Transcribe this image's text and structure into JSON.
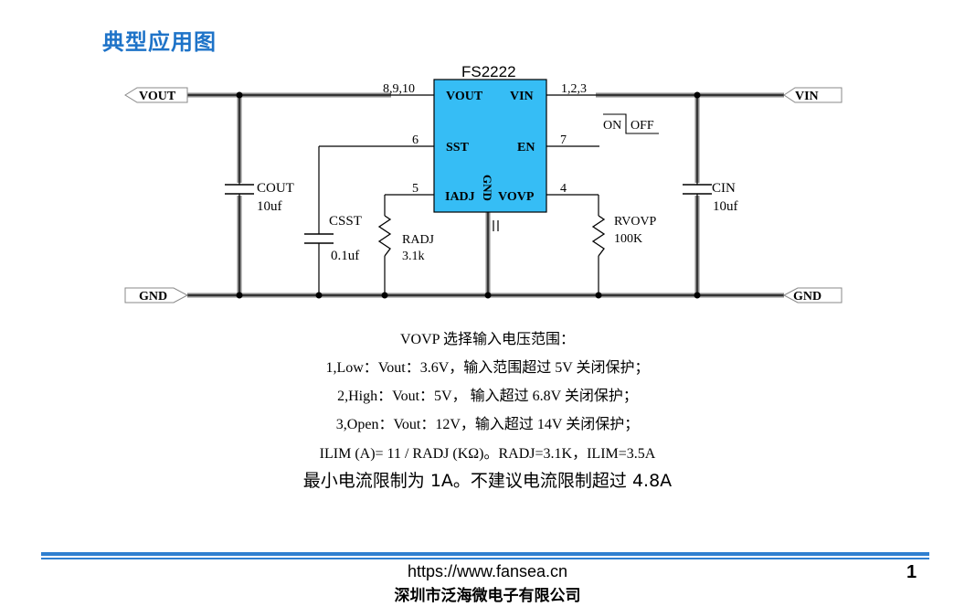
{
  "title": "典型应用图",
  "chip": {
    "name": "FS2222",
    "pins": {
      "vout": "VOUT",
      "vin": "VIN",
      "sst": "SST",
      "en": "EN",
      "iadj": "IADJ",
      "vovp": "VOVP",
      "gnd": "GND"
    },
    "pin_numbers": {
      "vout": "8,9,10",
      "vin": "1,2,3",
      "sst": "6",
      "en": "7",
      "iadj": "5",
      "vovp": "4"
    },
    "color": "#36bdf5"
  },
  "ports": {
    "vout": "VOUT",
    "vin": "VIN",
    "gnd_left": "GND",
    "gnd_right": "GND"
  },
  "switch": {
    "on": "ON",
    "off": "OFF"
  },
  "components": {
    "cout": {
      "name": "COUT",
      "value": "10uf"
    },
    "csst": {
      "name": "CSST",
      "value": "0.1uf"
    },
    "radj": {
      "name": "RADJ",
      "value": "3.1k"
    },
    "rvovp": {
      "name": "RVOVP",
      "value": "100K"
    },
    "cin": {
      "name": "CIN",
      "value": "10uf"
    }
  },
  "notes": [
    "VOVP 选择输入电压范围：",
    "1,Low：Vout：3.6V，输入范围超过 5V 关闭保护；",
    "2,High：Vout：5V，  输入超过 6.8V 关闭保护；",
    "3,Open：Vout：12V，输入超过 14V 关闭保护；",
    "ILIM (A)= 11 / RADJ (KΩ)。RADJ=3.1K，ILIM=3.5A",
    "最小电流限制为 1A。不建议电流限制超过 4.8A"
  ],
  "footer": {
    "url": "https://www.fansea.cn",
    "company": "深圳市泛海微电子有限公司",
    "page": "1"
  }
}
